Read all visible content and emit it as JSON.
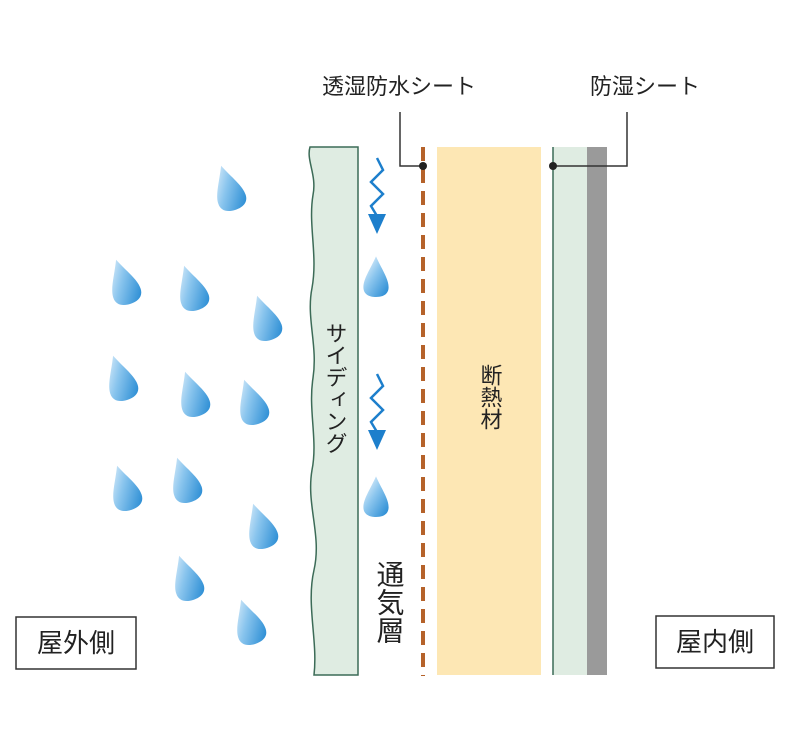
{
  "labels": {
    "breathable_sheet": "透湿防水シート",
    "vapor_barrier": "防湿シート",
    "siding": "サイディング",
    "insulation": "断熱材",
    "air_layer": "通気層",
    "outside": "屋外側",
    "inside": "屋内側"
  },
  "colors": {
    "siding_fill": "#dfece2",
    "insulation_fill": "#fde7b4",
    "vapor_layer_fill": "#dfece2",
    "board_fill": "#999999",
    "sheet_dash": "#b5622a",
    "rain_drop": "#2b8fd6",
    "water_arrow": "#1d7fcc",
    "leader_line": "#333333",
    "siding_edge": "#3c6b57"
  },
  "icons": {
    "rain": "raindrop-icon",
    "moisture": "water-down-arrow-icon",
    "drop": "water-drop-icon"
  }
}
